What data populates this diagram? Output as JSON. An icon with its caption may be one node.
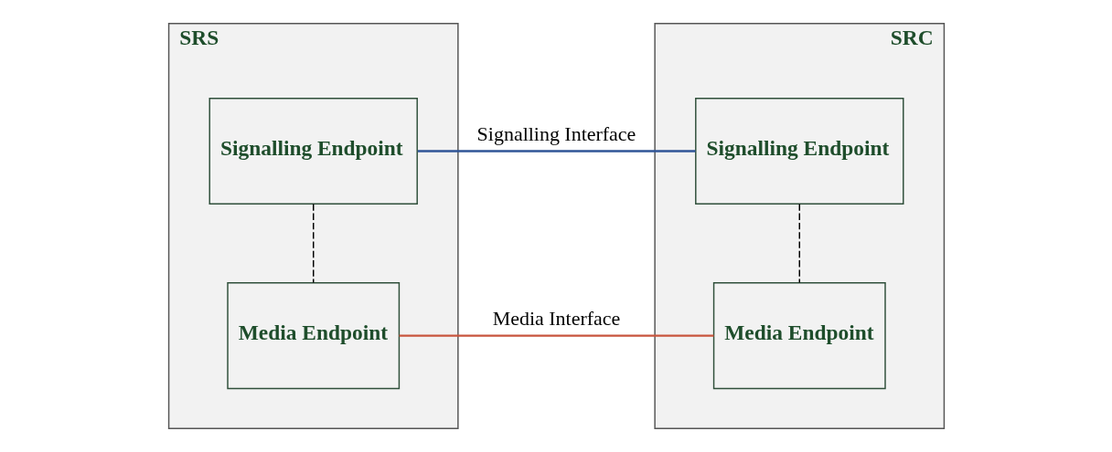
{
  "diagram": {
    "nodes": [
      {
        "text": [
          "SRS"
        ]
      },
      {
        "text": [
          "Signalling Endpoint"
        ],
        "in": 0
      },
      {
        "text": [
          "Media Endpoint"
        ],
        "in": 0
      },
      {
        "text": [
          "SRC"
        ]
      },
      {
        "text": [
          "Signalling Endpoint"
        ],
        "in": 3
      },
      {
        "text": [
          "Media Endpoint"
        ],
        "in": 3
      }
    ],
    "edges": [
      {
        "from": 1,
        "to": 4,
        "arrow": "none",
        "label": "Signalling Interface",
        "color": "#2f5597"
      },
      {
        "from": 2,
        "to": 5,
        "arrow": "none",
        "label": "Media Interface",
        "color": "#c8553d"
      },
      {
        "from": 1,
        "to": 2,
        "arrow": "none",
        "style": "dashed"
      },
      {
        "from": 4,
        "to": 5,
        "arrow": "none",
        "style": "dashed"
      }
    ]
  }
}
